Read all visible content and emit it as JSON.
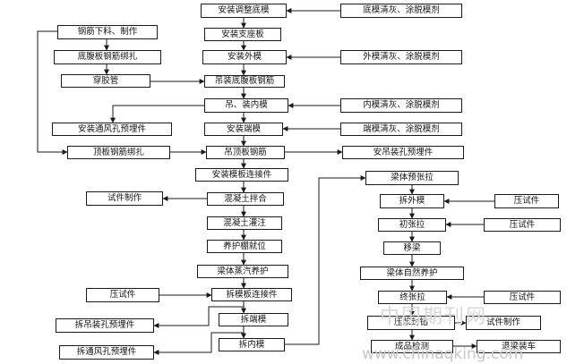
{
  "center_chain": [
    "安装调整底模",
    "安装支座板",
    "安装外模",
    "吊装底腹板钢筋",
    "吊、装内模",
    "安装端模",
    "吊顶板钢筋",
    "安装模板连接件",
    "混凝土拌合",
    "混凝土灌注",
    "养护棚就位",
    "梁体蒸汽养护",
    "拆模板连接件",
    "拆端模",
    "拆内模"
  ],
  "right_notes": [
    "底模清灰、涂脱模剂",
    "外模清灰、涂脱模剂",
    "内模清灰、涂脱模剂",
    "端模清灰、涂脱模剂",
    "安吊装孔预埋件"
  ],
  "left_rebar_chain": [
    "钢筋下料、制作",
    "底腹板钢筋绑扎",
    "穿胶管"
  ],
  "left_side": {
    "vent_embed": "安装通风孔预埋件",
    "top_rebar": "顶板钢筋绑扎",
    "specimen_make": "试件制作",
    "test_block": "压试件",
    "remove_lift_embed": "拆吊装孔预埋件",
    "remove_vent_embed": "拆通风孔预埋件"
  },
  "right_chain": [
    "梁体预张拉",
    "拆外模",
    "初张拉",
    "移梁",
    "梁体自然养护",
    "终张拉",
    "压浆封锚",
    "成品检测",
    "退梁装车"
  ],
  "right_side": {
    "test_1": "压试件",
    "test_2": "压试件",
    "test_3": "压试件",
    "specimen_make": "试件制作"
  },
  "watermark": {
    "cn": "中国期刊网",
    "url": "www.chinaqking.com"
  }
}
